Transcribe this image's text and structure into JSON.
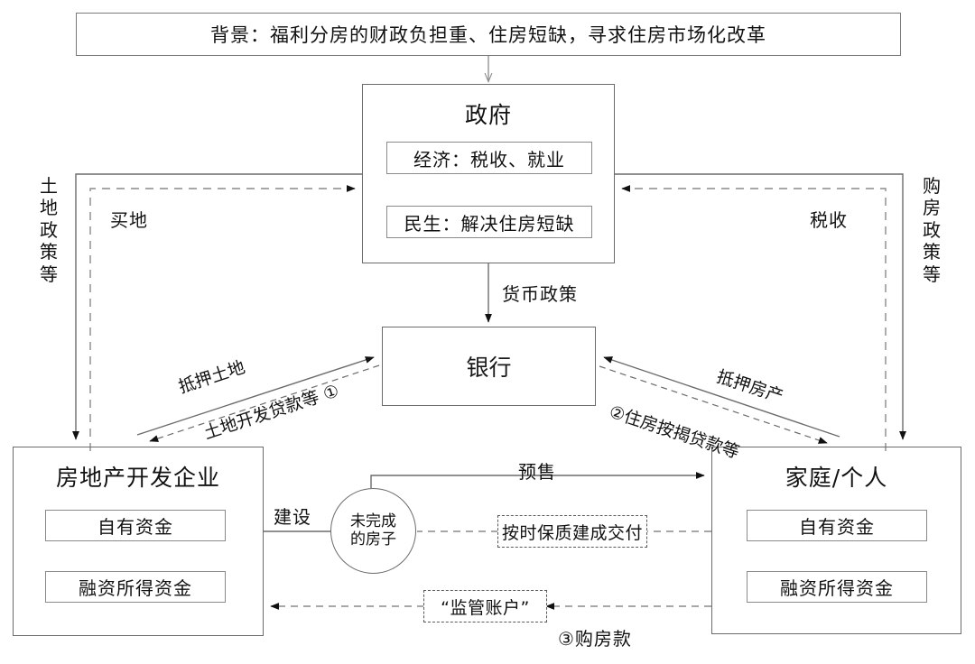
{
  "banner": {
    "text": "背景：福利分房的财政负担重、住房短缺，寻求住房市场化改革"
  },
  "nodes": {
    "government": {
      "title": "政府",
      "items": [
        "经济：税收、就业",
        "民生：解决住房短缺"
      ]
    },
    "bank": {
      "title": "银行"
    },
    "developer": {
      "title": "房地产开发企业",
      "items": [
        "自有资金",
        "融资所得资金"
      ]
    },
    "household": {
      "title": "家庭/个人",
      "items": [
        "自有资金",
        "融资所得资金"
      ]
    },
    "unfinished_house": {
      "title": "未完成的房子"
    }
  },
  "edges": {
    "land_policy": "土地政策等",
    "buy_land": "买地",
    "purchase_policy": "购房政策等",
    "tax": "税收",
    "monetary_policy": "货币政策",
    "mortgage_land": "抵押土地",
    "land_dev_loan": "土地开发贷款等 ①",
    "mortgage_property": "抵押房产",
    "housing_mortgage_loan": "②住房按揭贷款等",
    "presale": "预售",
    "construction": "建设",
    "on_time_delivery": "按时保质建成交付",
    "escrow_account": "“监管账户”",
    "home_payment": "③购房款"
  },
  "colors": {
    "stroke": "#6b6b6b",
    "dashed": "#8a8a8a",
    "arrow": "#111111",
    "text": "#111111",
    "background": "#ffffff"
  }
}
